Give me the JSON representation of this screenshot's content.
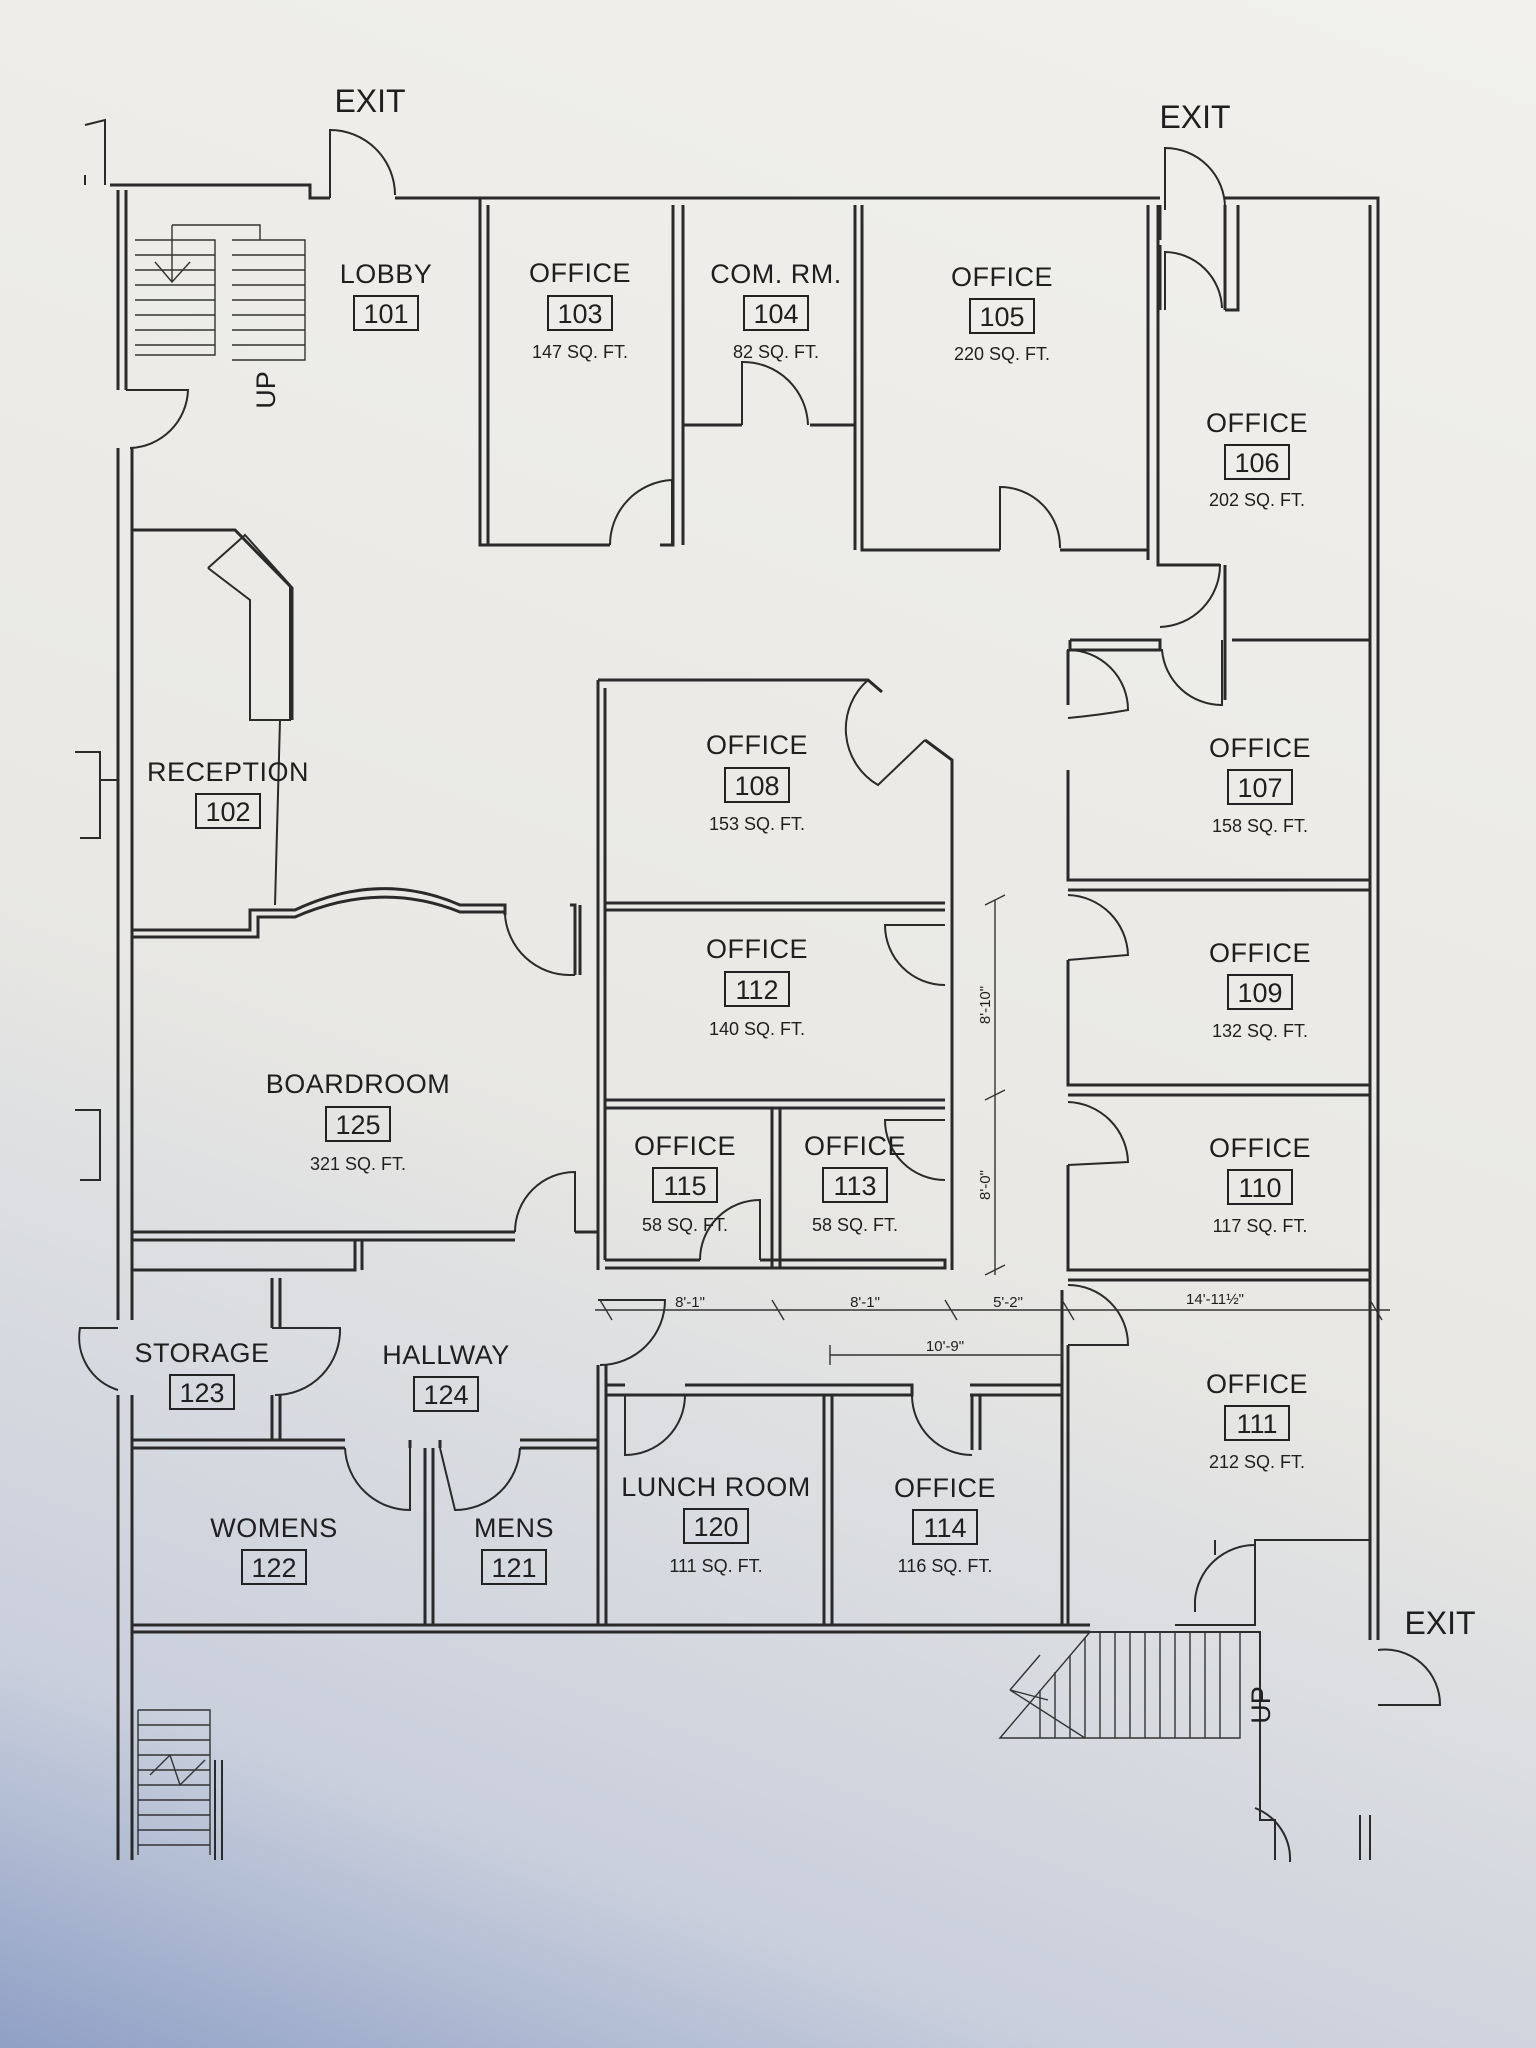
{
  "exits": [
    "EXIT",
    "EXIT",
    "EXIT"
  ],
  "stair_labels": [
    "UP",
    "UP"
  ],
  "rooms": [
    {
      "name": "LOBBY",
      "number": "101",
      "area": ""
    },
    {
      "name": "RECEPTION",
      "number": "102",
      "area": ""
    },
    {
      "name": "OFFICE",
      "number": "103",
      "area": "147 SQ. FT."
    },
    {
      "name": "COM. RM.",
      "number": "104",
      "area": "82 SQ. FT."
    },
    {
      "name": "OFFICE",
      "number": "105",
      "area": "220 SQ. FT."
    },
    {
      "name": "OFFICE",
      "number": "106",
      "area": "202 SQ. FT."
    },
    {
      "name": "OFFICE",
      "number": "107",
      "area": "158 SQ. FT."
    },
    {
      "name": "OFFICE",
      "number": "108",
      "area": "153 SQ. FT."
    },
    {
      "name": "OFFICE",
      "number": "109",
      "area": "132 SQ. FT."
    },
    {
      "name": "OFFICE",
      "number": "110",
      "area": "117 SQ. FT."
    },
    {
      "name": "OFFICE",
      "number": "111",
      "area": "212 SQ. FT."
    },
    {
      "name": "OFFICE",
      "number": "112",
      "area": "140 SQ. FT."
    },
    {
      "name": "OFFICE",
      "number": "113",
      "area": "58 SQ. FT."
    },
    {
      "name": "OFFICE",
      "number": "114",
      "area": "116 SQ. FT."
    },
    {
      "name": "OFFICE",
      "number": "115",
      "area": "58 SQ. FT."
    },
    {
      "name": "LUNCH ROOM",
      "number": "120",
      "area": "111 SQ. FT."
    },
    {
      "name": "MENS",
      "number": "121",
      "area": ""
    },
    {
      "name": "WOMENS",
      "number": "122",
      "area": ""
    },
    {
      "name": "STORAGE",
      "number": "123",
      "area": ""
    },
    {
      "name": "HALLWAY",
      "number": "124",
      "area": ""
    },
    {
      "name": "BOARDROOM",
      "number": "125",
      "area": "321 SQ. FT."
    }
  ],
  "dimensions": [
    "8'-10\"",
    "8'-0\"",
    "8'-1\"",
    "8'-1\"",
    "5'-2\"",
    "10'-9\"",
    "14'-11½\""
  ]
}
